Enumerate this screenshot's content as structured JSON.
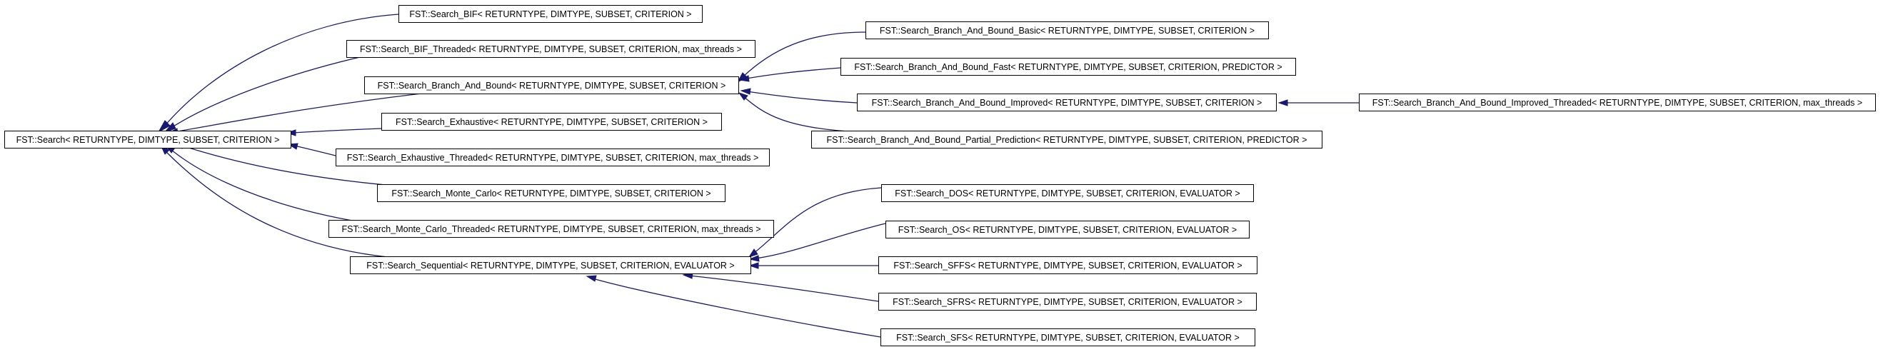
{
  "nodes": [
    {
      "id": "search",
      "label": "FST::Search< RETURNTYPE, DIMTYPE, SUBSET, CRITERION >"
    },
    {
      "id": "bif",
      "label": "FST::Search_BIF< RETURNTYPE, DIMTYPE, SUBSET, CRITERION >"
    },
    {
      "id": "bif_threaded",
      "label": "FST::Search_BIF_Threaded< RETURNTYPE, DIMTYPE, SUBSET, CRITERION, max_threads >"
    },
    {
      "id": "bab",
      "label": "FST::Search_Branch_And_Bound< RETURNTYPE, DIMTYPE, SUBSET, CRITERION >"
    },
    {
      "id": "exhaustive",
      "label": "FST::Search_Exhaustive< RETURNTYPE, DIMTYPE, SUBSET, CRITERION >"
    },
    {
      "id": "exhaustive_threaded",
      "label": "FST::Search_Exhaustive_Threaded< RETURNTYPE, DIMTYPE, SUBSET, CRITERION, max_threads >"
    },
    {
      "id": "monte_carlo",
      "label": "FST::Search_Monte_Carlo< RETURNTYPE, DIMTYPE, SUBSET, CRITERION >"
    },
    {
      "id": "monte_carlo_threaded",
      "label": "FST::Search_Monte_Carlo_Threaded< RETURNTYPE, DIMTYPE, SUBSET, CRITERION, max_threads >"
    },
    {
      "id": "sequential",
      "label": "FST::Search_Sequential< RETURNTYPE, DIMTYPE, SUBSET, CRITERION, EVALUATOR >"
    },
    {
      "id": "bab_basic",
      "label": "FST::Search_Branch_And_Bound_Basic< RETURNTYPE, DIMTYPE, SUBSET, CRITERION >"
    },
    {
      "id": "bab_fast",
      "label": "FST::Search_Branch_And_Bound_Fast< RETURNTYPE, DIMTYPE, SUBSET, CRITERION, PREDICTOR >"
    },
    {
      "id": "bab_improved",
      "label": "FST::Search_Branch_And_Bound_Improved< RETURNTYPE, DIMTYPE, SUBSET, CRITERION >"
    },
    {
      "id": "bab_partial",
      "label": "FST::Search_Branch_And_Bound_Partial_Prediction< RETURNTYPE, DIMTYPE, SUBSET, CRITERION, PREDICTOR >"
    },
    {
      "id": "bab_improved_threaded",
      "label": "FST::Search_Branch_And_Bound_Improved_Threaded< RETURNTYPE, DIMTYPE, SUBSET, CRITERION, max_threads >"
    },
    {
      "id": "dos",
      "label": "FST::Search_DOS< RETURNTYPE, DIMTYPE, SUBSET, CRITERION, EVALUATOR >"
    },
    {
      "id": "os",
      "label": "FST::Search_OS< RETURNTYPE, DIMTYPE, SUBSET, CRITERION, EVALUATOR >"
    },
    {
      "id": "sffs",
      "label": "FST::Search_SFFS< RETURNTYPE, DIMTYPE, SUBSET, CRITERION, EVALUATOR >"
    },
    {
      "id": "sfrs",
      "label": "FST::Search_SFRS< RETURNTYPE, DIMTYPE, SUBSET, CRITERION, EVALUATOR >"
    },
    {
      "id": "sfs",
      "label": "FST::Search_SFS< RETURNTYPE, DIMTYPE, SUBSET, CRITERION, EVALUATOR >"
    }
  ],
  "edges": [
    {
      "from": "bif",
      "to": "search"
    },
    {
      "from": "bif_threaded",
      "to": "search"
    },
    {
      "from": "bab",
      "to": "search"
    },
    {
      "from": "exhaustive",
      "to": "search"
    },
    {
      "from": "exhaustive_threaded",
      "to": "search"
    },
    {
      "from": "monte_carlo",
      "to": "search"
    },
    {
      "from": "monte_carlo_threaded",
      "to": "search"
    },
    {
      "from": "sequential",
      "to": "search"
    },
    {
      "from": "bab_basic",
      "to": "bab"
    },
    {
      "from": "bab_fast",
      "to": "bab"
    },
    {
      "from": "bab_improved",
      "to": "bab"
    },
    {
      "from": "bab_partial",
      "to": "bab"
    },
    {
      "from": "bab_improved_threaded",
      "to": "bab_improved"
    },
    {
      "from": "dos",
      "to": "sequential"
    },
    {
      "from": "os",
      "to": "sequential"
    },
    {
      "from": "sffs",
      "to": "sequential"
    },
    {
      "from": "sfrs",
      "to": "sequential"
    },
    {
      "from": "sfs",
      "to": "sequential"
    }
  ],
  "colors": {
    "edge": "#191970",
    "node_border": "#000000",
    "node_fill": "#ffffff"
  }
}
